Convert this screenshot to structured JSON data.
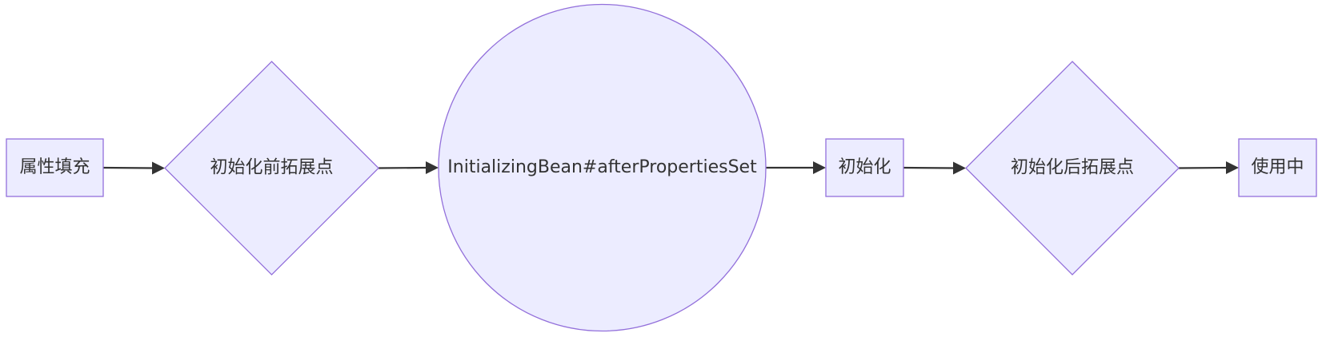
{
  "diagram": {
    "type": "flowchart",
    "direction": "left-to-right",
    "colors": {
      "node_fill": "#ECECFF",
      "node_stroke": "#9370DB",
      "edge": "#333333",
      "text": "#333333"
    },
    "nodes": [
      {
        "id": "n1",
        "shape": "rect",
        "label": "属性填充"
      },
      {
        "id": "n2",
        "shape": "diamond",
        "label": "初始化前拓展点"
      },
      {
        "id": "n3",
        "shape": "circle",
        "label": "InitializingBean#afterPropertiesSet"
      },
      {
        "id": "n4",
        "shape": "rect",
        "label": "初始化"
      },
      {
        "id": "n5",
        "shape": "diamond",
        "label": "初始化后拓展点"
      },
      {
        "id": "n6",
        "shape": "rect",
        "label": "使用中"
      }
    ],
    "edges": [
      {
        "from": "n1",
        "to": "n2"
      },
      {
        "from": "n2",
        "to": "n3"
      },
      {
        "from": "n3",
        "to": "n4"
      },
      {
        "from": "n4",
        "to": "n5"
      },
      {
        "from": "n5",
        "to": "n6"
      }
    ]
  }
}
